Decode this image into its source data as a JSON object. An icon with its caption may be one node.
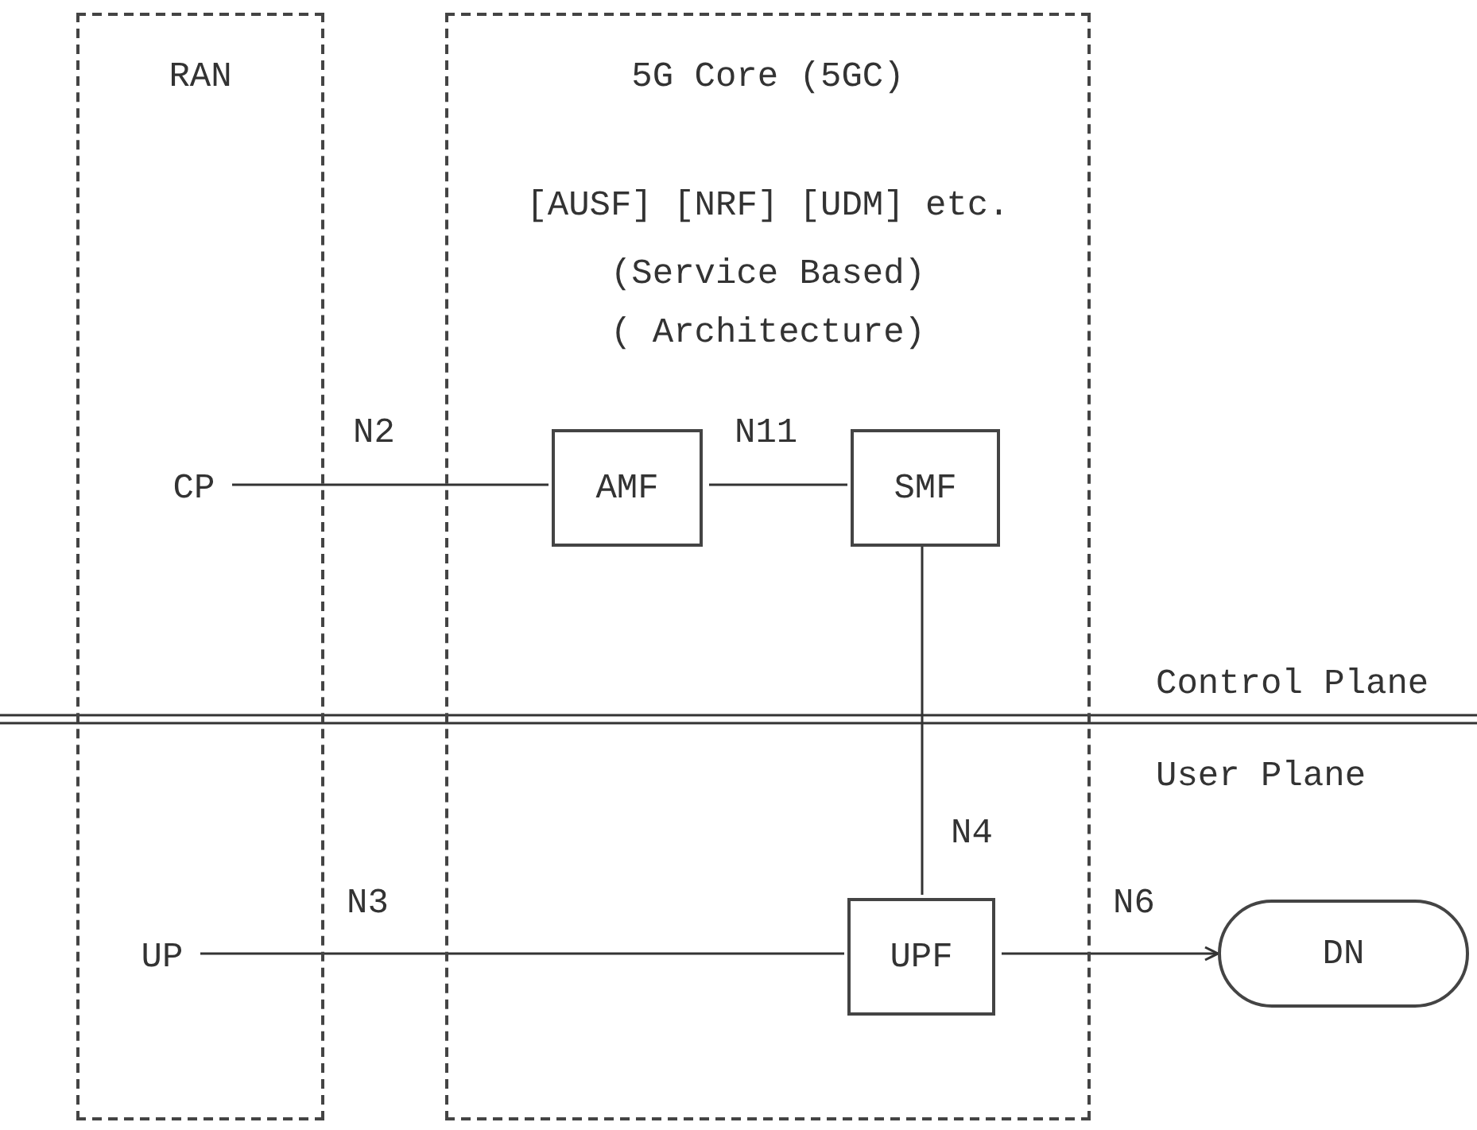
{
  "diagram": {
    "nodes": [
      {
        "text": [
          "RAN"
        ]
      },
      {
        "text": [
          "CP"
        ],
        "in": 0
      },
      {
        "text": [
          "UP"
        ],
        "in": 0
      },
      {
        "text": [
          "5G Core (5GC)",
          "[AUSF] [NRF] [UDM] etc.",
          "(Service Based) ( Architecture)"
        ]
      },
      {
        "text": [
          "AMF"
        ],
        "in": 3
      },
      {
        "text": [
          "SMF"
        ],
        "in": 3
      },
      {
        "text": [
          "UPF"
        ],
        "in": 3
      },
      {
        "text": [
          "DN"
        ]
      }
    ],
    "edges": [
      {
        "from": 1,
        "to": 4,
        "arrow": "none",
        "label": "N2"
      },
      {
        "from": 4,
        "to": 5,
        "arrow": "none",
        "label": "N11"
      },
      {
        "from": 5,
        "to": 6,
        "arrow": "none",
        "label": "N4"
      },
      {
        "from": 2,
        "to": 6,
        "arrow": "none",
        "label": "N3"
      },
      {
        "from": 6,
        "to": 7,
        "arrow": "to",
        "label": "N6"
      }
    ],
    "labels": [
      "Control Plane",
      "User Plane"
    ]
  }
}
